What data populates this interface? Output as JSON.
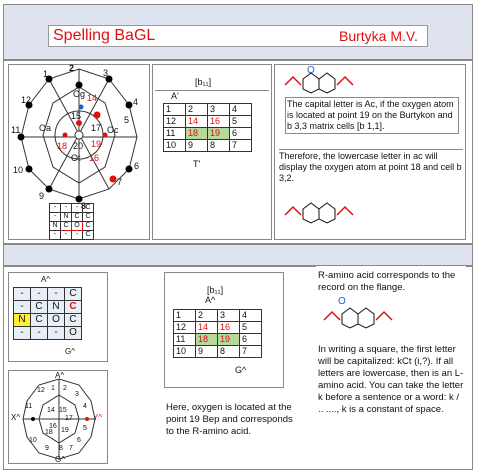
{
  "header": {
    "title": "Spelling  BaGL",
    "author": "Burtyka M.V."
  },
  "colors": {
    "red": "#e01010",
    "green": "#b5d99c",
    "blue": "#1c5fd1",
    "band": "#dfe3ef"
  },
  "wheel": {
    "sectors": [
      "2",
      "3",
      "4",
      "5",
      "6",
      "7",
      "8",
      "9",
      "10",
      "11",
      "12",
      "1"
    ],
    "center": [
      "14",
      "15",
      "16",
      "17",
      "18",
      "19",
      "20"
    ],
    "inner_labels": [
      "Og",
      "Oa",
      "Oc",
      "Ot"
    ],
    "side_right": "5"
  },
  "small_matrix": {
    "rows": [
      [
        "-",
        "-",
        "-",
        "C"
      ],
      [
        "-",
        "N",
        "C",
        "C"
      ],
      [
        "N",
        "C",
        "O",
        "C"
      ],
      [
        "-",
        "-",
        "-",
        "C"
      ]
    ]
  },
  "table1": {
    "top_label": "[b₁₁]",
    "left_label": "A'",
    "bottom_label": "T'",
    "rows": [
      [
        "1",
        "2",
        "3",
        "4"
      ],
      [
        "12",
        "14",
        "16",
        "5"
      ],
      [
        "11",
        "18",
        "19",
        "6"
      ],
      [
        "10",
        "9",
        "8",
        "7"
      ]
    ]
  },
  "right1": {
    "text1": "The capital letter is Ac, if the oxygen atom is located at point 19 on the Burtykon and b 3,3 matrix cells [b 1,1].",
    "text2": "Therefore, the lowercase letter in ac will display the oxygen atom at point 18 and cell b 3,2.",
    "o_label": "O"
  },
  "matrix2": {
    "top_label": "A^",
    "bottom_label": "G^",
    "rows": [
      [
        "-",
        "-",
        "-",
        "C"
      ],
      [
        "-",
        "C",
        "N",
        "C"
      ],
      [
        "N",
        "C",
        "O",
        "C"
      ],
      [
        "-",
        "-",
        "-",
        "O"
      ]
    ]
  },
  "wheel2": {
    "top": "A^",
    "left": "X^",
    "right": "Y^",
    "bottom": "G^",
    "numbers": [
      "12",
      "1",
      "2",
      "3",
      "4",
      "5",
      "6",
      "7",
      "8",
      "9",
      "10",
      "11",
      "14",
      "15",
      "16",
      "17",
      "18",
      "19"
    ]
  },
  "table2": {
    "top_label": "[b₁₁]",
    "left_label": "A^",
    "bottom_label": "G^",
    "rows": [
      [
        "1",
        "2",
        "3",
        "4"
      ],
      [
        "12",
        "14",
        "16",
        "5"
      ],
      [
        "11",
        "18",
        "19",
        "6"
      ],
      [
        "10",
        "9",
        "8",
        "7"
      ]
    ]
  },
  "mid_text": "Here, oxygen is located at the point 19 Bep and corresponds to the R-amino acid.",
  "right2": {
    "text1": "R-amino acid corresponds to the record on the flange.",
    "text2": "In writing a square, the first letter will be capitalized: kCt (i,?). If all letters are lowercase, then is an L-amino acid. You can take the letter k before a sentence or a word: k / .. ...., k is a constant of space.",
    "o_label": "O"
  }
}
